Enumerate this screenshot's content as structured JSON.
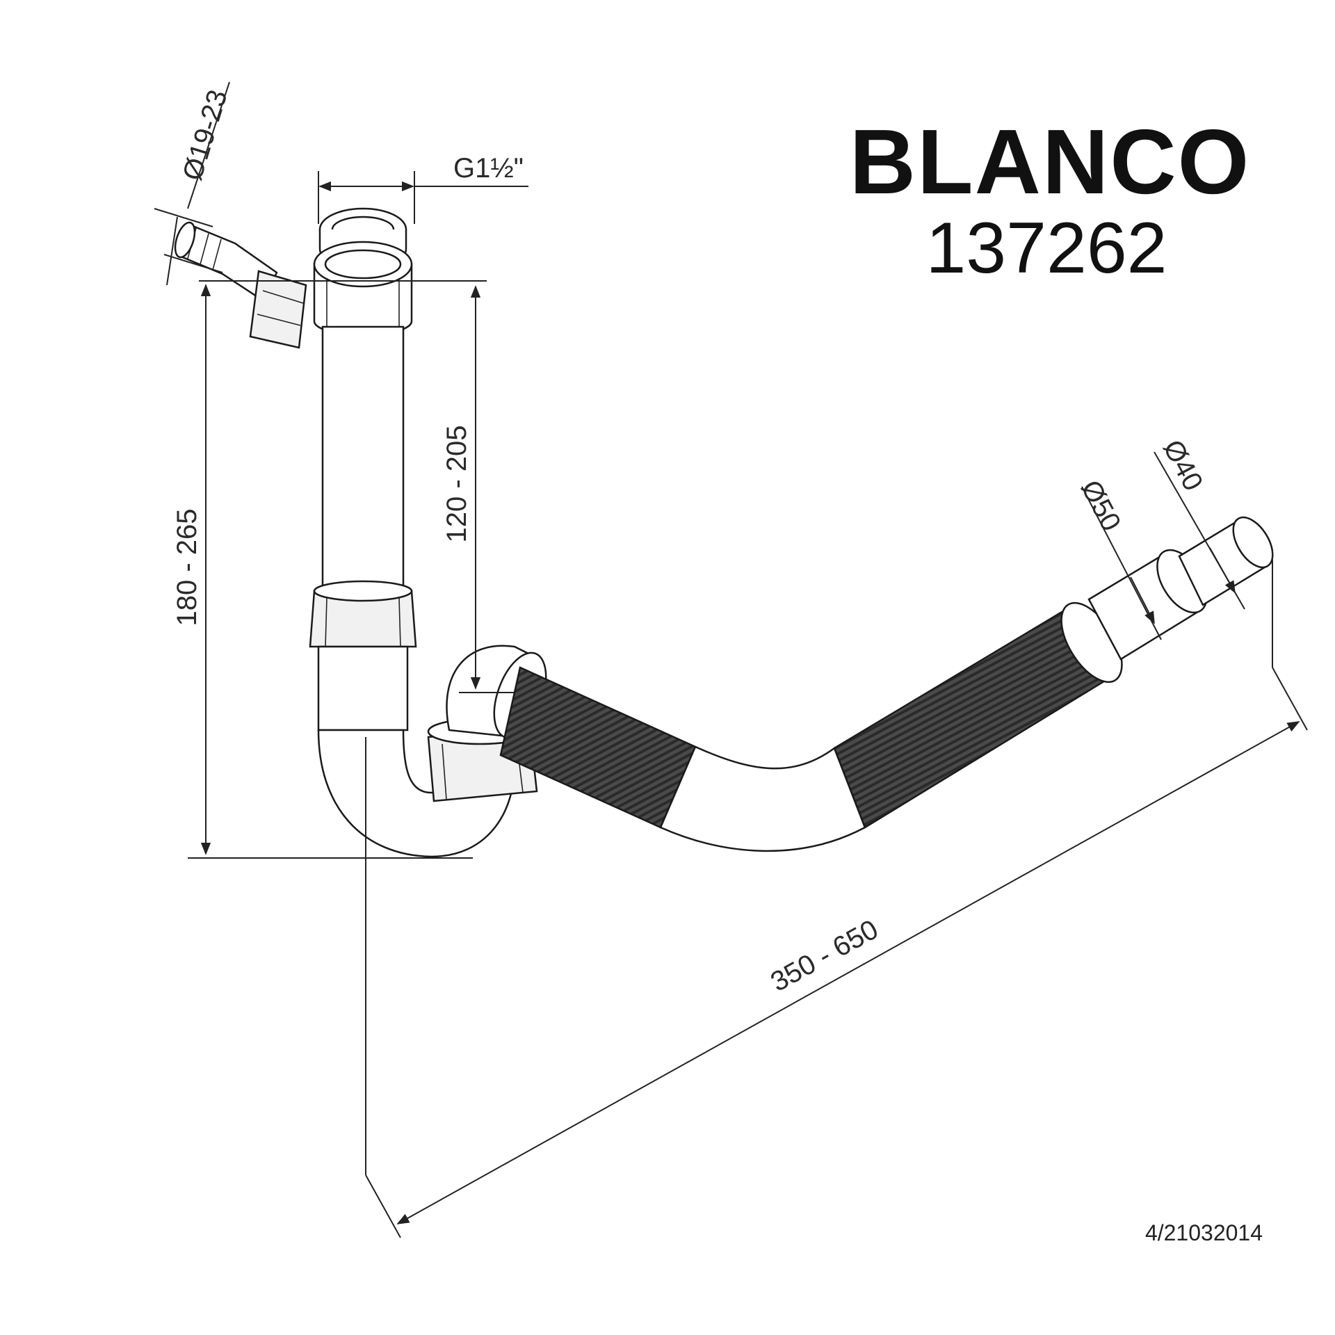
{
  "brand": {
    "logo_text": "BLANCO",
    "model_number": "137262"
  },
  "document_number": "4/21032014",
  "dimensions": {
    "inlet_diameter": "Ø19-23",
    "thread": "G1½\"",
    "height_total": "180 - 265",
    "height_outlet": "120 - 205",
    "length": "350 - 650",
    "outlet_diameter_50": "Ø50",
    "outlet_diameter_40": "Ø40"
  },
  "colors": {
    "ink": "#1a1a1a",
    "hose": "#3a3a3a",
    "background": "#ffffff"
  }
}
